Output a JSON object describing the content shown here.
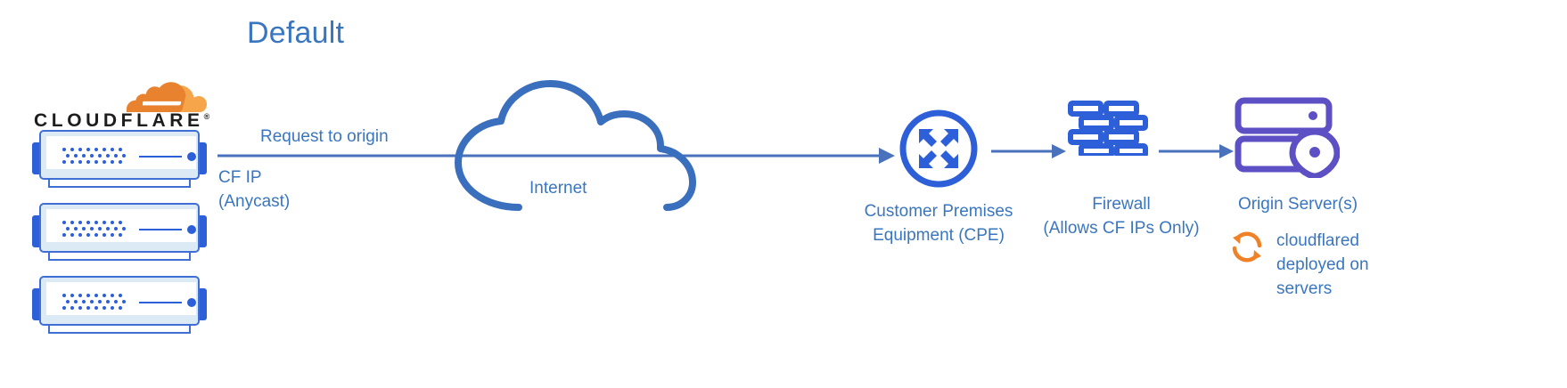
{
  "diagram": {
    "title": "Default",
    "type": "network-architecture-diagram",
    "accent_blue": "#3a76bf",
    "icon_blue": "#2c5fd8",
    "purple": "#5d4fc4",
    "orange": "#f08127"
  },
  "cloudflare": {
    "wordmark": "CLOUDFLARE",
    "trademark": "®",
    "logo_icon": "cloudflare-cloud-icon",
    "servers": [
      {
        "name": "cloudflare-server-1"
      },
      {
        "name": "cloudflare-server-2"
      },
      {
        "name": "cloudflare-server-3"
      }
    ]
  },
  "flow": {
    "request_label": "Request to origin",
    "cfip_line1": "CF IP",
    "cfip_line2": "(Anycast)",
    "internet_label": "Internet"
  },
  "nodes": {
    "cpe": {
      "icon": "router-four-arrows-icon",
      "label_line1": "Customer Premises",
      "label_line2": "Equipment (CPE)"
    },
    "firewall": {
      "icon": "brick-wall-icon",
      "label_line1": "Firewall",
      "label_line2": "(Allows CF IPs Only)"
    },
    "origin": {
      "icon": "origin-server-location-pin-icon",
      "label": "Origin Server(s)",
      "note_icon": "sync-refresh-icon",
      "note_line1": "cloudflared",
      "note_line2": "deployed on",
      "note_line3": "servers"
    }
  }
}
